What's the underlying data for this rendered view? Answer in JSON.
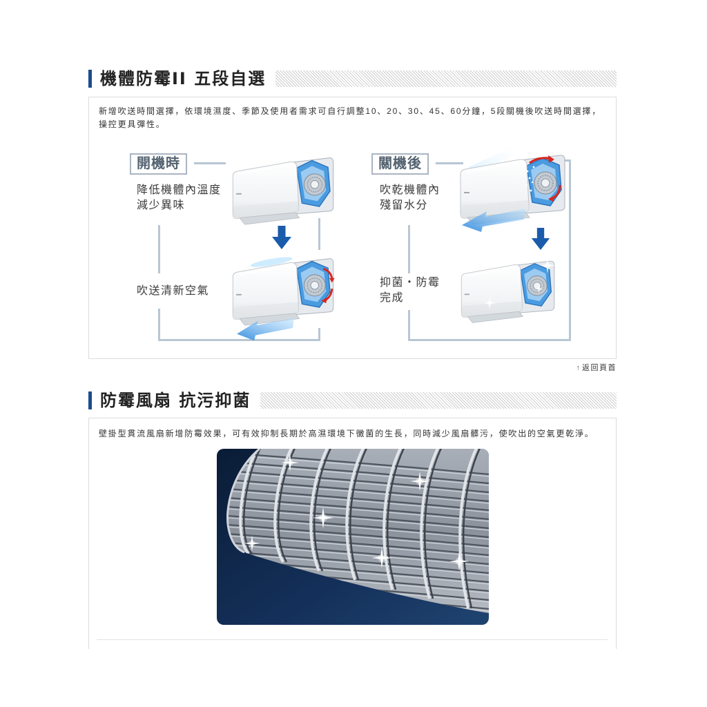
{
  "sections": [
    {
      "title": "機體防霉II 五段自選",
      "description_lines": [
        "新增吹送時間選擇，依環境濕度、季節及使用者需求可自行調整10、20、30、45、60分鐘，5段關機後吹送時間選擇，",
        "操控更具彈性。"
      ],
      "diagram": {
        "power_on": {
          "tag": "開機時",
          "step1_lines": [
            "降低機體內溫度",
            "減少異味"
          ],
          "step2_lines": [
            "吹送清新空氣"
          ]
        },
        "power_off": {
          "tag": "關機後",
          "step1_lines": [
            "吹乾機體內",
            "殘留水分"
          ],
          "step2_lines": [
            "抑菌・防霉",
            "完成"
          ]
        }
      }
    },
    {
      "title": "防霉風扇 抗污抑菌",
      "description_lines": [
        "壁掛型貫流風扇新增防霉效果，可有效抑制長期於高濕環境下黴菌的生長，同時減少風扇髒污，使吹出的空氣更乾淨。"
      ]
    }
  ],
  "back_to_top": {
    "glyph": "↑",
    "label": "返回頁首"
  },
  "icons": {
    "back_to_top": "arrow-up-icon",
    "step_arrow": "arrow-down-icon",
    "airflow": "airflow-arrow-icon",
    "circulation": "red-circulation-arrow-icon",
    "sparkle": "sparkle-icon"
  },
  "colors": {
    "accent-blue": "#1c4c8e",
    "diagram-line": "#b8c6d4",
    "arrow-blue": "#1b5bab",
    "tag-border": "#a9b5c2",
    "tag-text": "#546370",
    "panel-border": "#dcdcdc"
  }
}
